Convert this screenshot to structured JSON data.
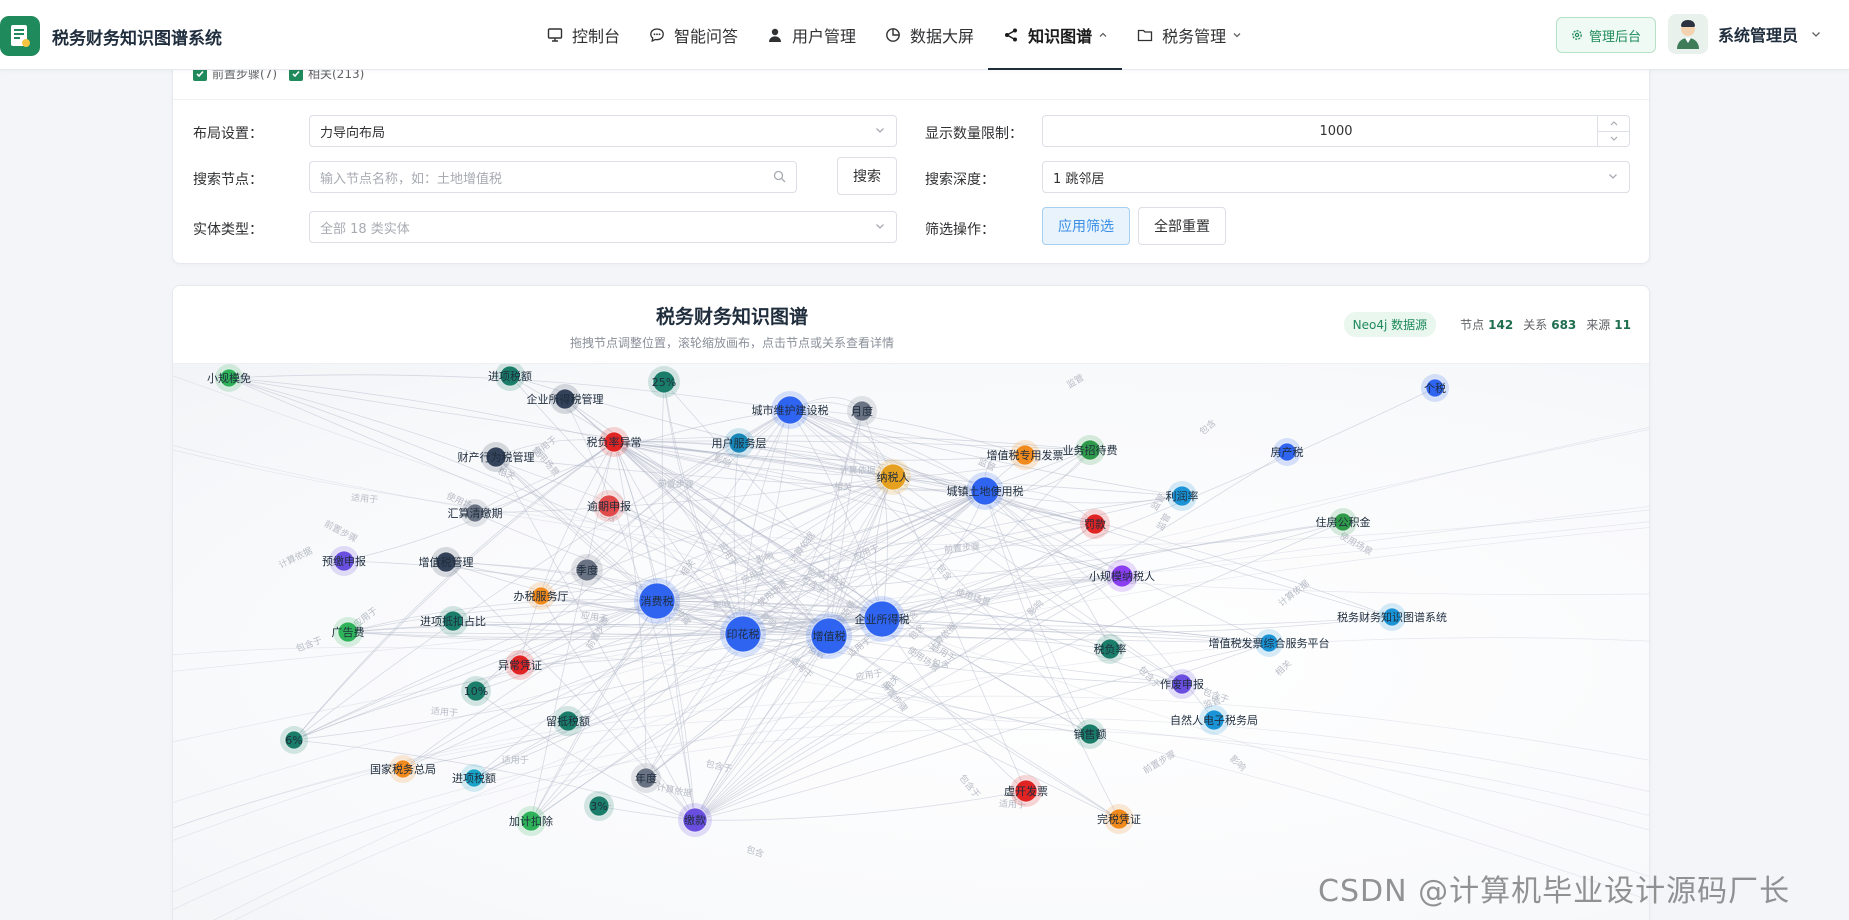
{
  "app": {
    "title": "税务财务知识图谱系统"
  },
  "nav": {
    "items": [
      {
        "label": "控制台",
        "icon": "monitor-icon"
      },
      {
        "label": "智能问答",
        "icon": "chat-icon"
      },
      {
        "label": "用户管理",
        "icon": "user-icon"
      },
      {
        "label": "数据大屏",
        "icon": "pie-icon"
      },
      {
        "label": "知识图谱",
        "icon": "share-icon",
        "active": true
      },
      {
        "label": "税务管理",
        "icon": "folder-icon"
      }
    ]
  },
  "header": {
    "admin_label": "管理后台",
    "user_name": "系统管理员"
  },
  "filters": {
    "checkboxes": [
      "前置步骤(7)",
      "相关(213)"
    ],
    "layout_label": "布局设置：",
    "layout_value": "力导向布局",
    "limit_label": "显示数量限制：",
    "limit_value": "1000",
    "search_label": "搜索节点：",
    "search_placeholder": "输入节点名称，如：土地增值税",
    "search_button": "搜索",
    "depth_label": "搜索深度：",
    "depth_value": "1 跳邻居",
    "entity_label": "实体类型：",
    "entity_placeholder": "全部 18 类实体",
    "op_label": "筛选操作：",
    "apply_button": "应用筛选",
    "reset_button": "全部重置"
  },
  "graph": {
    "title": "税务财务知识图谱",
    "subtitle": "拖拽节点调整位置，滚轮缩放画布，点击节点或关系查看详情",
    "source_badge": "Neo4j 数据源",
    "nodes_label": "节点",
    "nodes_count": "142",
    "relations_label": "关系",
    "relations_count": "683",
    "sources_label": "来源",
    "sources_count": "11"
  },
  "graph_nodes": [
    {
      "label": "小规模免",
      "color": "#2fb35a"
    },
    {
      "label": "进项税额",
      "color": "#1a7d6a"
    },
    {
      "label": "企业所得税管理",
      "color": "#34425a"
    },
    {
      "label": "25%",
      "color": "#1a7d6a"
    },
    {
      "label": "城市维护建设税",
      "color": "#2f64f0"
    },
    {
      "label": "月度",
      "color": "#6a7383"
    },
    {
      "label": "税负率异常",
      "color": "#e02424"
    },
    {
      "label": "用户服务层",
      "color": "#1887b8"
    },
    {
      "label": "财产行为税管理",
      "color": "#34425a"
    },
    {
      "label": "汇算清缴期",
      "color": "#6a7383"
    },
    {
      "label": "逾期申报",
      "color": "#e04a4a"
    },
    {
      "label": "纳税人",
      "color": "#e6a020"
    },
    {
      "label": "增值税专用发票",
      "color": "#f08a1c"
    },
    {
      "label": "业务招待费",
      "color": "#2f9a4a"
    },
    {
      "label": "城镇土地使用税",
      "color": "#2f64f0"
    },
    {
      "label": "房产税",
      "color": "#2f64f0"
    },
    {
      "label": "利润率",
      "color": "#1a94d6"
    },
    {
      "label": "住房公积金",
      "color": "#2f9a4a"
    },
    {
      "label": "预缴申报",
      "color": "#6a4ee0"
    },
    {
      "label": "增值税管理",
      "color": "#34425a"
    },
    {
      "label": "季度",
      "color": "#6a7383"
    },
    {
      "label": "罚款",
      "color": "#e02424"
    },
    {
      "label": "小规模纳税人",
      "color": "#8a3ef0"
    },
    {
      "label": "办税服务厅",
      "color": "#f08a1c"
    },
    {
      "label": "消费税",
      "color": "#2f64f0"
    },
    {
      "label": "印花税",
      "color": "#2f64f0"
    },
    {
      "label": "增值税",
      "color": "#2f64f0"
    },
    {
      "label": "企业所得税",
      "color": "#2f64f0"
    },
    {
      "label": "税务财务知识图谱系统",
      "color": "#1a94d6"
    },
    {
      "label": "进项抵扣占比",
      "color": "#1a7d6a"
    },
    {
      "label": "广告费",
      "color": "#2fb35a"
    },
    {
      "label": "异常凭证",
      "color": "#e02424"
    },
    {
      "label": "增值税发票综合服务平台",
      "color": "#1a94d6"
    },
    {
      "label": "税负率",
      "color": "#1a7d6a"
    },
    {
      "label": "10%",
      "color": "#1a7d6a"
    },
    {
      "label": "作废申报",
      "color": "#6a4ee0"
    },
    {
      "label": "留抵税额",
      "color": "#1a7d6a"
    },
    {
      "label": "自然人电子税务局",
      "color": "#1a94d6"
    },
    {
      "label": "国家税务总局",
      "color": "#f08a1c"
    },
    {
      "label": "进项税额",
      "color": "#1aa3c8"
    },
    {
      "label": "年度",
      "color": "#6a7383"
    },
    {
      "label": "销售额",
      "color": "#1a7d6a"
    },
    {
      "label": "虚开发票",
      "color": "#e02424"
    },
    {
      "label": "加计扣除",
      "color": "#2fb35a"
    },
    {
      "label": "3%",
      "color": "#1a7d6a"
    },
    {
      "label": "缴款",
      "color": "#6a4ee0"
    },
    {
      "label": "完税凭证",
      "color": "#f08a1c"
    },
    {
      "label": "6%",
      "color": "#1a7d6a"
    },
    {
      "label": "个税",
      "color": "#2f64f0"
    }
  ],
  "edge_labels": [
    "包含",
    "相关",
    "适用于",
    "前置步骤",
    "使用场景",
    "监管",
    "应用于",
    "包含于",
    "影响",
    "计算依据"
  ],
  "watermark": "CSDN @计算机毕业设计源码厂长"
}
